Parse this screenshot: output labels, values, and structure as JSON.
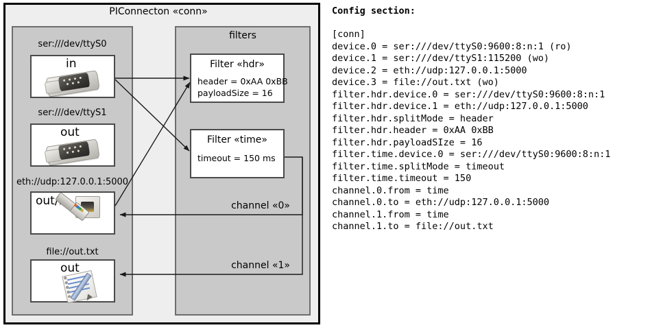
{
  "diagram": {
    "outer_title": "PIConnecton «conn»",
    "devices_panel": {
      "nodes": [
        {
          "label": "ser:///dev/ttyS0",
          "direction": "in",
          "icon": "serial-connector-icon"
        },
        {
          "label": "ser:///dev/ttyS1",
          "direction": "out",
          "icon": "serial-connector-icon"
        },
        {
          "label": "eth://udp:127.0.0.1:5000",
          "direction": "out/in",
          "icon": "ethernet-jack-icon"
        },
        {
          "label": "file://out.txt",
          "direction": "out",
          "icon": "notepad-pencil-icon"
        }
      ]
    },
    "filters_panel": {
      "title": "filters",
      "filters": [
        {
          "title": "Filter «hdr»",
          "props": "header = 0xAA 0xBB\npayloadSize = 16"
        },
        {
          "title": "Filter «time»",
          "props": "timeout = 150 ms"
        }
      ],
      "channels": [
        {
          "label": "channel «0»"
        },
        {
          "label": "channel «1»"
        }
      ]
    },
    "colors": {
      "outer_border": "#000000",
      "outer_fill": "#eeeeee",
      "panel_fill": "#c9c9c9",
      "panel_border": "#6d6d6d",
      "node_fill": "#ffffff",
      "node_border": "#4a4a4a",
      "arrow": "#1a1a1a"
    }
  },
  "config": {
    "heading": "Config section:",
    "body": "[conn]\ndevice.0 = ser:///dev/ttyS0:9600:8:n:1 (ro)\ndevice.1 = ser:///dev/ttyS1:115200 (wo)\ndevice.2 = eth://udp:127.0.0.1:5000\ndevice.3 = file://out.txt (wo)\nfilter.hdr.device.0 = ser:///dev/ttyS0:9600:8:n:1\nfilter.hdr.device.1 = eth://udp:127.0.0.1:5000\nfilter.hdr.splitMode = header\nfilter.hdr.header = 0xAA 0xBB\nfilter.hdr.payloadSIze = 16\nfilter.time.device.0 = ser:///dev/ttyS0:9600:8:n:1\nfilter.time.splitMode = timeout\nfilter.time.timeout = 150\nchannel.0.from = time\nchannel.0.to = eth://udp:127.0.0.1:5000\nchannel.1.from = time\nchannel.1.to = file://out.txt"
  }
}
